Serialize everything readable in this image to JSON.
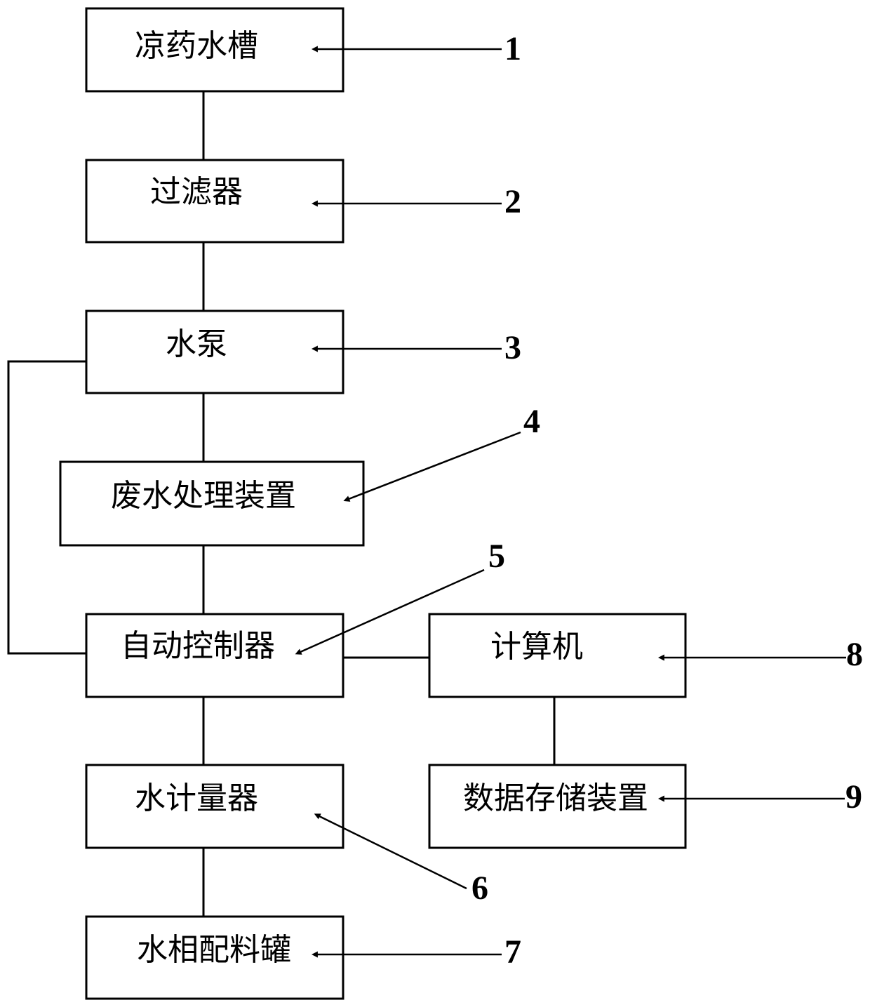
{
  "boxes": {
    "cooling_tank": "凉药水槽",
    "filter": "过滤器",
    "water_pump": "水泵",
    "wastewater_treatment": "废水处理装置",
    "auto_controller": "自动控制器",
    "computer": "计算机",
    "water_meter": "水计量器",
    "data_storage": "数据存储装置",
    "water_phase_tank": "水相配料罐"
  },
  "callouts": {
    "cooling_tank": "1",
    "filter": "2",
    "water_pump": "3",
    "wastewater_treatment": "4",
    "auto_controller": "5",
    "water_meter": "6",
    "water_phase_tank": "7",
    "computer": "8",
    "data_storage": "9"
  },
  "colors": {
    "line": "#000000",
    "background": "#ffffff"
  }
}
